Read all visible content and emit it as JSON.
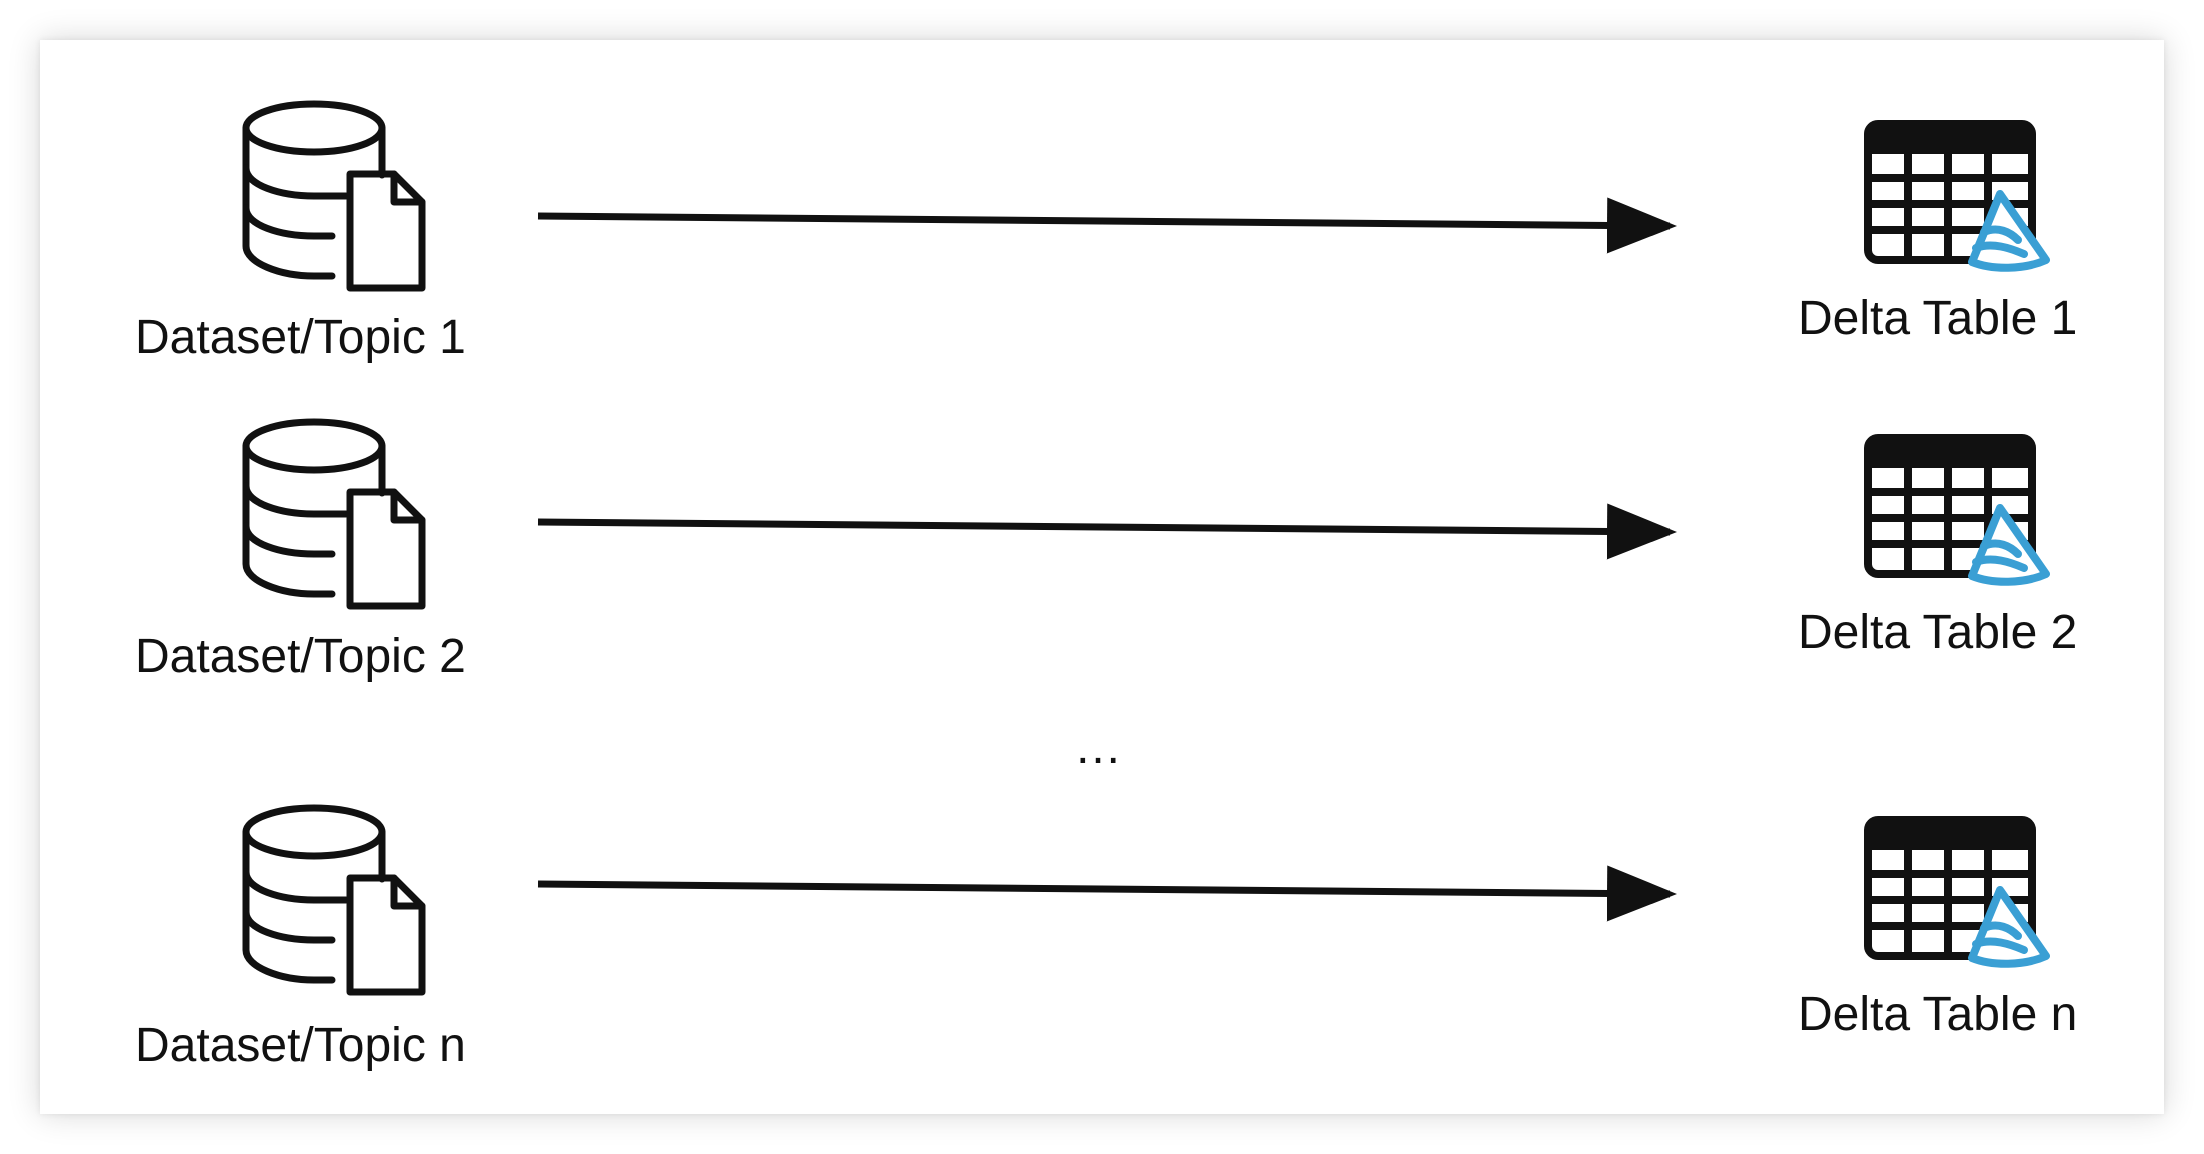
{
  "rows": [
    {
      "source": "Dataset/Topic 1",
      "target": "Delta Table 1"
    },
    {
      "source": "Dataset/Topic 2",
      "target": "Delta Table 2"
    },
    {
      "source": "Dataset/Topic n",
      "target": "Delta Table n"
    }
  ],
  "ellipsis": "…",
  "colors": {
    "ink": "#111111",
    "delta_accent": "#3a9fd4"
  },
  "icons": {
    "source": "database-file-icon",
    "target": "delta-table-icon"
  }
}
